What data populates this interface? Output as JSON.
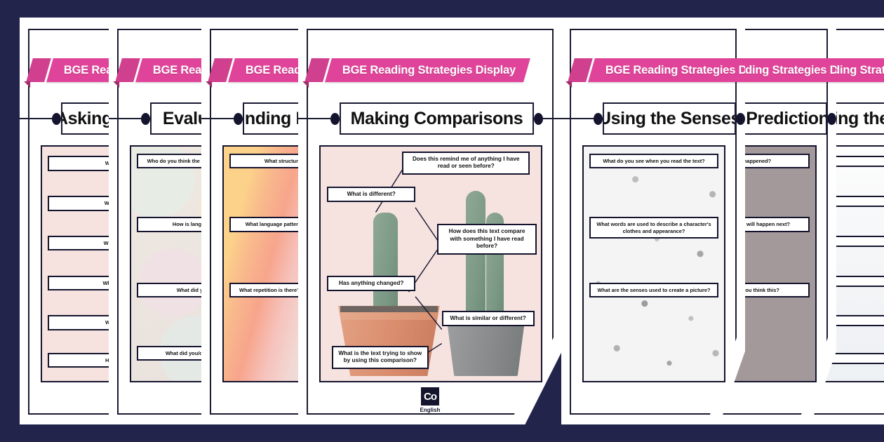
{
  "theme": {
    "background": "#22244c",
    "ribbon_pink": "#e0449a",
    "ribbon_fold": "#d1408e",
    "ink": "#14142e"
  },
  "banner_label": "BGE Reading Strategies Display",
  "logo": {
    "mark": "Co",
    "word": "English"
  },
  "posters": [
    {
      "title": "Asking Questions",
      "bg": "bg-pinkflat",
      "callouts": [
        "Who?",
        "What?",
        "When?",
        "Where?",
        "Why?",
        "How?"
      ]
    },
    {
      "title": "Evaluating",
      "bg": "bg-pastel",
      "callouts": [
        "Who do you think the intended audience is?",
        "How is language used?",
        "What did you learn?",
        "What did you/didn't you like?"
      ]
    },
    {
      "title": "Finding Information",
      "bg": "bg-rainbow",
      "callouts": [
        "What structure is used?",
        "What language patterns do you notice?",
        "What repetition is there? Symbols? Images?"
      ]
    },
    {
      "title": "Making Comparisons",
      "bg": "bg-pinkflat",
      "featured": true,
      "callouts": [
        "Does this remind me of anything I have read or seen before?",
        "What is different?",
        "How does this text compare with something I have read before?",
        "Has anything changed?",
        "What is similar or different?",
        "What is the text trying to show by using this comparison?"
      ]
    },
    {
      "title": "Using the Senses",
      "bg": "bg-doodle",
      "callouts": [
        "What do you see when you read the text?",
        "What words are used to describe a character's clothes and appearance?",
        "What are the senses used to create a picture?"
      ]
    },
    {
      "title": "Making Predictions",
      "bg": "bg-grey",
      "callouts": [
        "What has happened?",
        "What do you think will happen next?",
        "What makes you think this?"
      ]
    },
    {
      "title": "Visualising the Text",
      "bg": "bg-white",
      "callouts": [
        "",
        "",
        "",
        "",
        "",
        ""
      ]
    }
  ]
}
